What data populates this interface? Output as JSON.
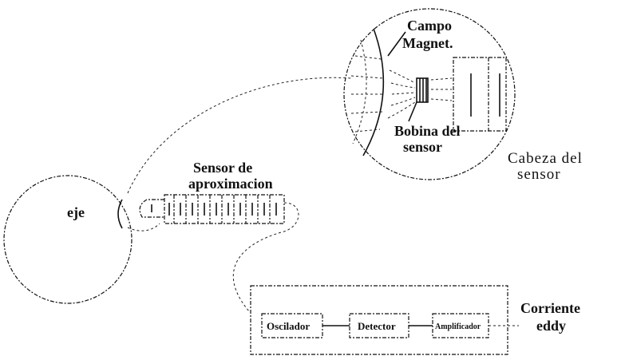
{
  "labels": {
    "campo_line1": "Campo",
    "campo_line2": "Magnet.",
    "bobina_line1": "Bobina del",
    "bobina_line2": "sensor",
    "cabeza_line1": "Cabeza del",
    "cabeza_line2": "sensor",
    "sensor_line1": "Sensor de",
    "sensor_line2": "aproximacion",
    "eje": "eje",
    "corriente_line1": "Corriente",
    "corriente_line2": "eddy"
  },
  "blocks": {
    "oscilador": "Oscilador",
    "detector": "Detector",
    "amplificador": "Amplificador"
  }
}
